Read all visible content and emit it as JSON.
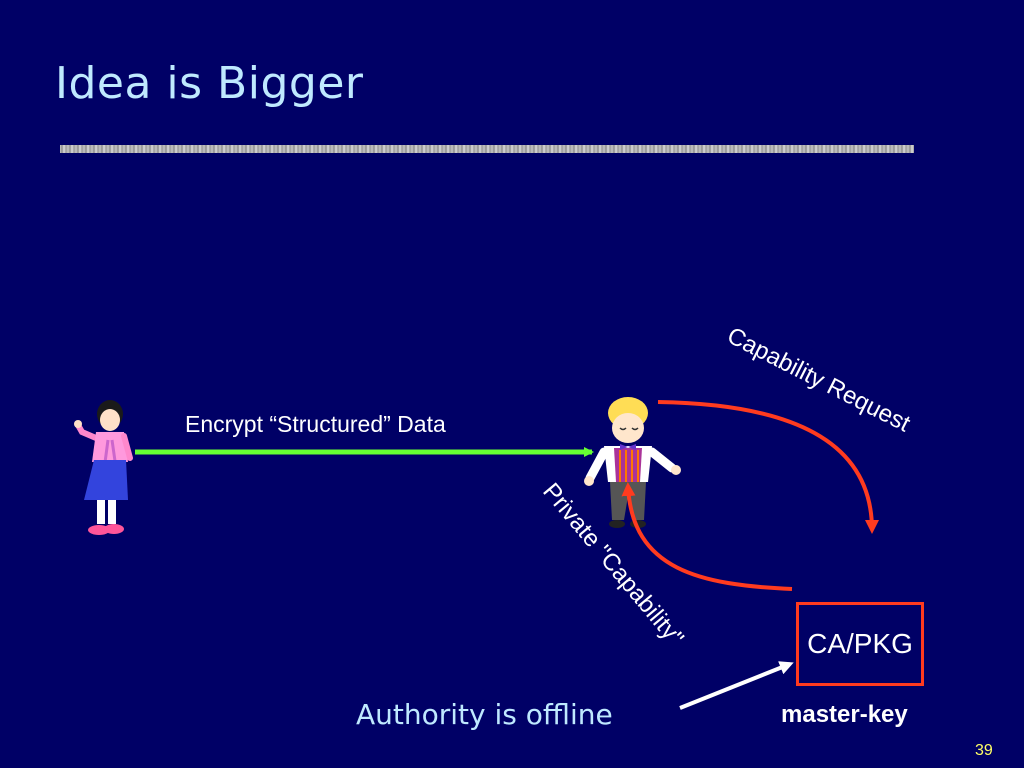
{
  "slide": {
    "title": "Idea is Bigger",
    "encrypt_label": "Encrypt “Structured” Data",
    "capability_request": "Capability Request",
    "private_capability": "Private \"Capability\"",
    "ca_label": "CA/PKG",
    "master_key": "master-key",
    "authority_label": "Authority is offline",
    "page_number": "39"
  },
  "colors": {
    "background": "#000066",
    "title_text": "#bfe9ff",
    "green_arrow": "#66ff33",
    "red_arrow": "#ff3b1f",
    "page_number": "#ffff66"
  },
  "icons": [
    "girl-clipart-icon",
    "boy-clipart-icon"
  ]
}
